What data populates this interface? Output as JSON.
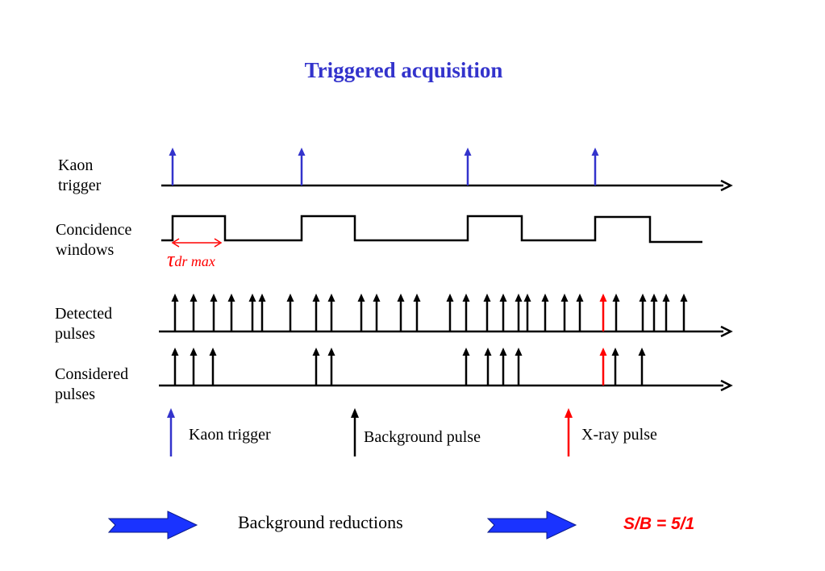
{
  "title": "Triggered acquisition",
  "rows": {
    "kaon_trigger": [
      "Kaon",
      "trigger"
    ],
    "coincidence_windows": [
      "Concidence",
      "windows"
    ],
    "detected_pulses": [
      "Detected",
      "pulses"
    ],
    "considered_pulses": [
      "Considered",
      "pulses"
    ]
  },
  "tau_label": {
    "symbol": "τ",
    "subscript": "dr max"
  },
  "legend": {
    "kaon_trigger": "Kaon trigger",
    "background_pulse": "Background pulse",
    "xray_pulse": "X-ray pulse"
  },
  "footer": {
    "background_reductions": "Background reductions",
    "signal_to_background": "S/B = 5/1"
  },
  "colors": {
    "title": "#3333cc",
    "kaon_trigger": "#3333cc",
    "background_pulse": "#000000",
    "xray_pulse": "#ff0000",
    "block_arrow": "#1a33ff"
  }
}
